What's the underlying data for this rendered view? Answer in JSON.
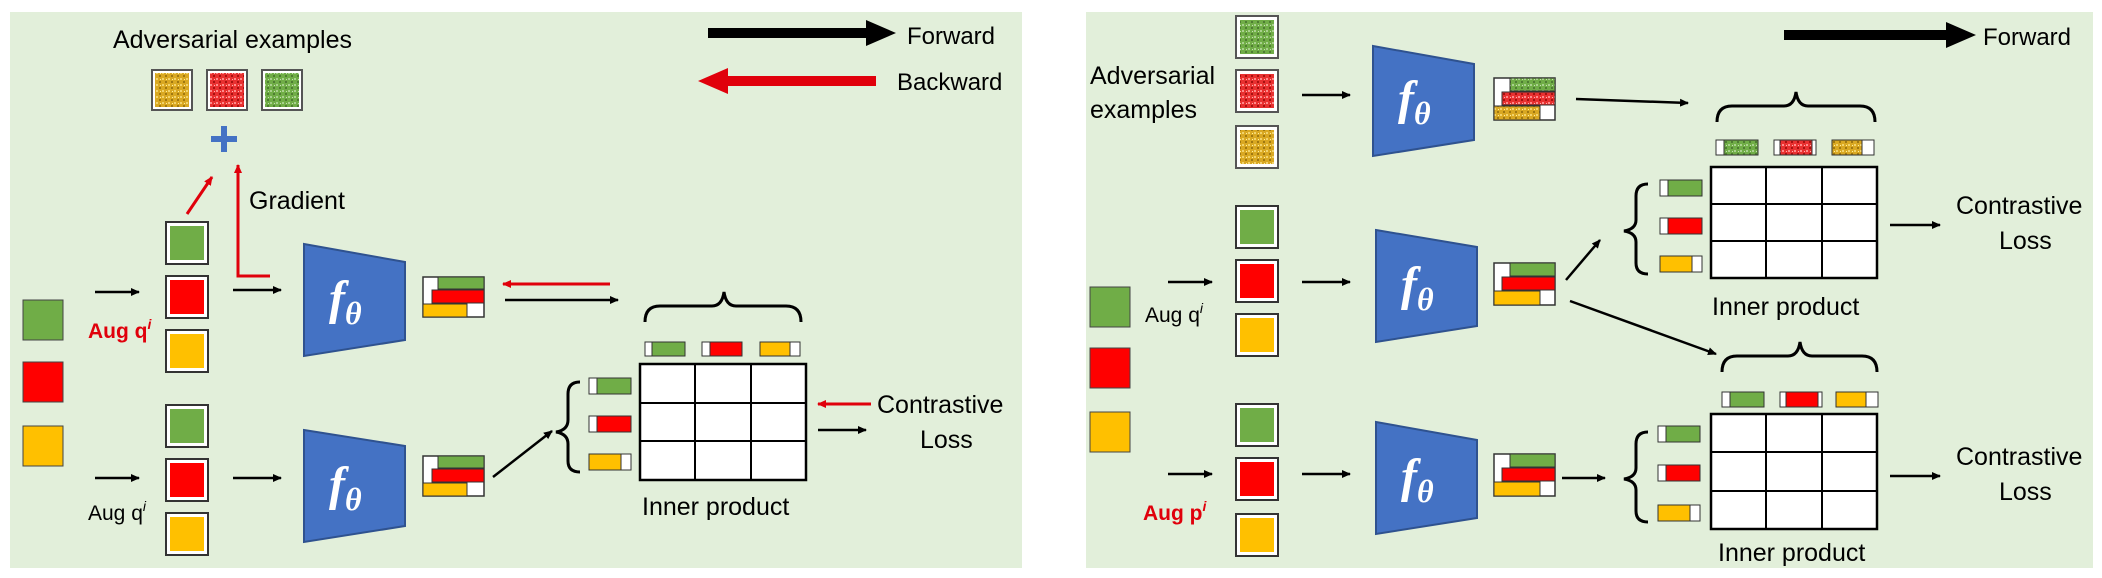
{
  "colors": {
    "panel_bg": "#e2efda",
    "green": "#70ad47",
    "red": "#ff0000",
    "yellow": "#ffc000",
    "encoder": "#4472c4",
    "arrow_red": "#e0000b",
    "plus_blue": "#4472c4"
  },
  "left": {
    "adversarial_label": "Adversarial examples",
    "forward_label": "Forward",
    "backward_label": "Backward",
    "gradient_label": "Gradient",
    "aug_q_red": "Aug q",
    "aug_q_red_sup": "i",
    "aug_q_black": "Aug q",
    "aug_q_black_sup": "i",
    "encoder_top": "f",
    "encoder_top_sub": "θ",
    "encoder_bottom": "f",
    "encoder_bottom_sub": "θ",
    "contrastive_label": "Contrastive",
    "loss_label": "Loss",
    "inner_product_label": "Inner product"
  },
  "right": {
    "forward_label": "Forward",
    "adversarial_label_1": "Adversarial",
    "adversarial_label_2": "examples",
    "aug_q_black": "Aug q",
    "aug_q_black_sup": "i",
    "aug_p_red": "Aug p",
    "aug_p_red_sup": "i",
    "encoder_adv": "f",
    "encoder_adv_sub": "θ",
    "encoder_mid": "f",
    "encoder_mid_sub": "θ",
    "encoder_bottom": "f",
    "encoder_bottom_sub": "θ",
    "contrastive_top": "Contrastive",
    "loss_top": "Loss",
    "contrastive_bottom": "Contrastive",
    "loss_bottom": "Loss",
    "inner_product_top": "Inner product",
    "inner_product_bottom": "Inner product"
  }
}
